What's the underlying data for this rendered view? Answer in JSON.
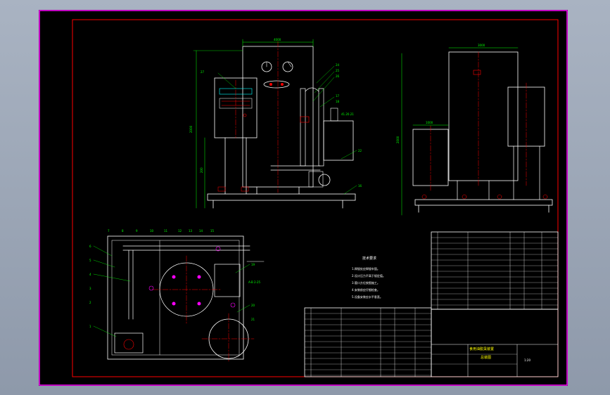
{
  "drawing": {
    "colors": {
      "background": "#000000",
      "frame": "#ff00ff",
      "border": "#ff0000",
      "outline": "#ffffff",
      "dimension": "#00ff00",
      "center_line": "#ff0000",
      "cyan": "#00ffff",
      "yellow": "#ffff00"
    },
    "front_view": {
      "dimensions": {
        "top_width": "4000",
        "left_height": "2000",
        "sub_height": "200",
        "level": "41.20.21"
      },
      "labels": [
        "27",
        "24",
        "25",
        "26",
        "17",
        "18",
        "22",
        "16"
      ]
    },
    "side_view": {
      "dimensions": {
        "top_width": "3000",
        "left_height": "2000",
        "bottom_width": "1000"
      }
    },
    "plan_view": {
      "labels": [
        "1",
        "2",
        "3",
        "4",
        "5",
        "6",
        "7",
        "8",
        "9",
        "10",
        "11",
        "12",
        "13",
        "14",
        "15",
        "19",
        "20",
        "21"
      ],
      "flow_note": "A-B 2-25"
    },
    "tech_notes": {
      "title": "技术要求",
      "lines": [
        "1.焊接处应焊接牢固。",
        "2.设计压力不高于规定值。",
        "3.管口方位按图施工。",
        "4.安装前应仔细检查。",
        "5.设备安装应水平垂直。"
      ]
    },
    "title_block": {
      "drawing_title": "食用油脱臭装置",
      "subtitle": "总装图",
      "scale": "1:20"
    }
  }
}
